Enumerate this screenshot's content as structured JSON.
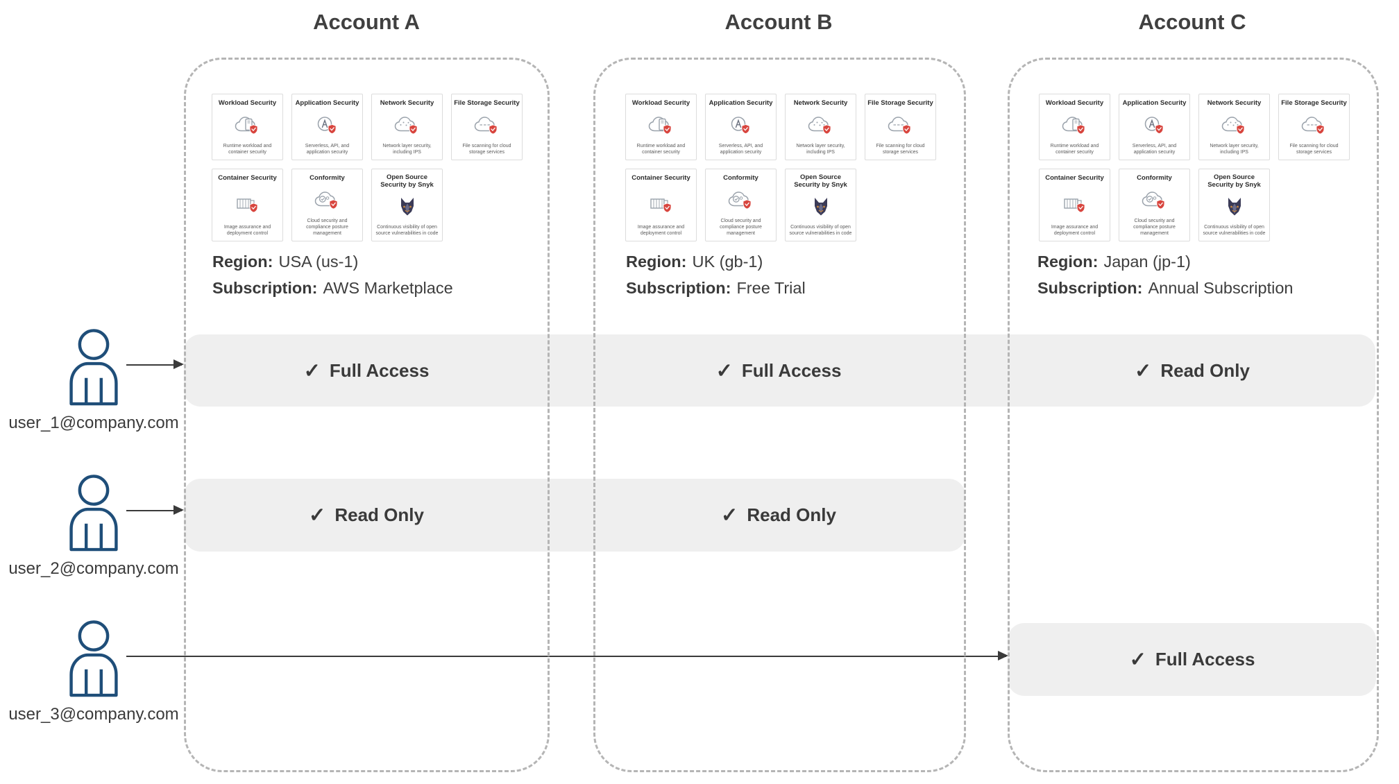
{
  "labels": {
    "region": "Region:",
    "subscription": "Subscription:"
  },
  "accounts": [
    {
      "title": "Account A",
      "region": "USA (us-1)",
      "subscription": "AWS Marketplace"
    },
    {
      "title": "Account B",
      "region": "UK (gb-1)",
      "subscription": "Free Trial"
    },
    {
      "title": "Account C",
      "region": "Japan (jp-1)",
      "subscription": "Annual Subscription"
    }
  ],
  "services": [
    {
      "title": "Workload Security",
      "description": "Runtime workload and container security",
      "icon": "workload-security-icon"
    },
    {
      "title": "Application Security",
      "description": "Serverless, API, and application security",
      "icon": "application-security-icon"
    },
    {
      "title": "Network Security",
      "description": "Network layer security, including IPS",
      "icon": "network-security-icon"
    },
    {
      "title": "File Storage Security",
      "description": "File scanning for cloud storage services",
      "icon": "file-storage-security-icon"
    },
    {
      "title": "Container Security",
      "description": "Image assurance and deployment control",
      "icon": "container-security-icon"
    },
    {
      "title": "Conformity",
      "description": "Cloud security and compliance posture management",
      "icon": "conformity-icon"
    },
    {
      "title": "Open Source Security by Snyk",
      "description": "Continuous visibility of open source vulnerabilities in code",
      "icon": "snyk-dog-icon"
    }
  ],
  "users": [
    {
      "email": "user_1@company.com"
    },
    {
      "email": "user_2@company.com"
    },
    {
      "email": "user_3@company.com"
    }
  ],
  "bands": [
    {
      "cells": [
        "Full Access",
        "Full Access",
        "Read Only"
      ]
    },
    {
      "cells": [
        "Read Only",
        "Read Only"
      ]
    },
    {
      "cells": [
        "Full Access"
      ]
    }
  ],
  "check_glyph": "✓",
  "colors": {
    "dashed_border": "#b5b5b5",
    "band_background": "#efefef",
    "text_dark": "#3d3d3d",
    "user_icon_navy": "#1f4e79",
    "badge_red": "#d8453e",
    "snyk_navy": "#3b3b57",
    "card_border": "#dcdcdc"
  }
}
